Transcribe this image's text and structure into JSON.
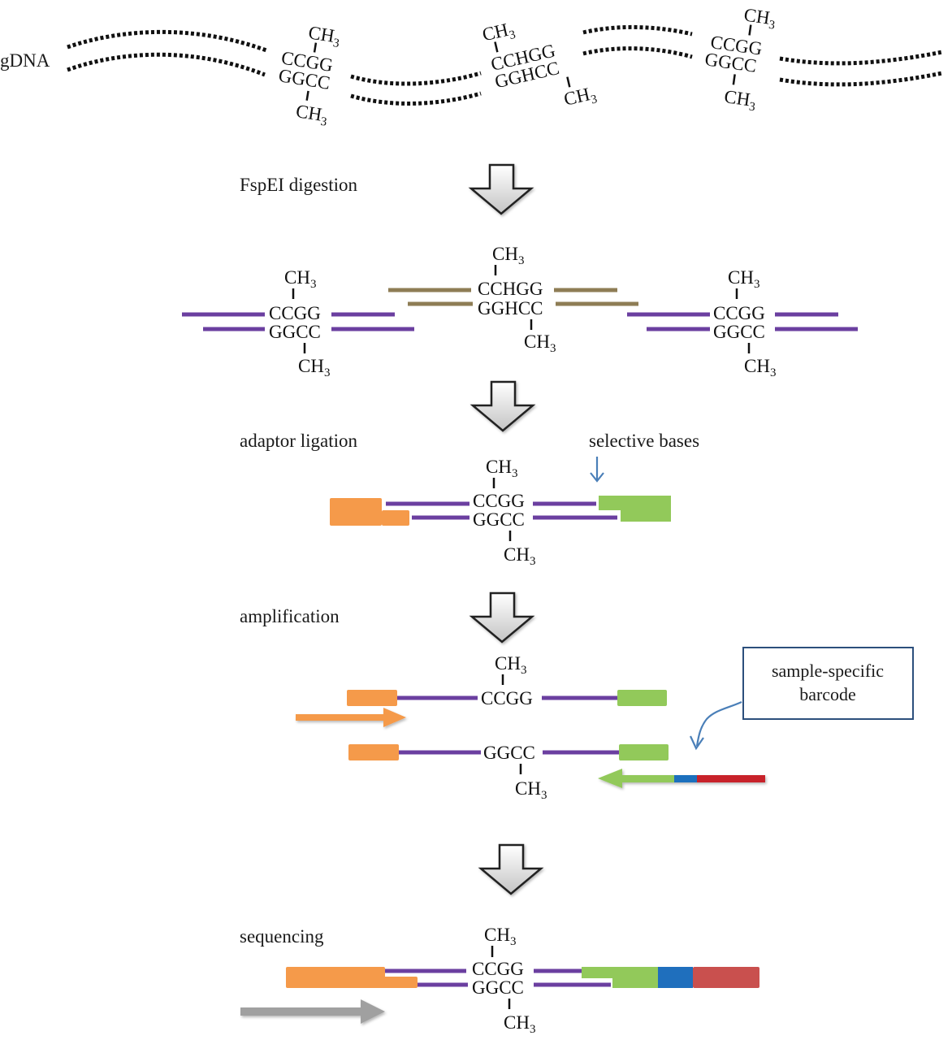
{
  "labels": {
    "gdna": "gDNA",
    "step_digestion": "FspEI digestion",
    "step_ligation": "adaptor ligation",
    "step_amplification": "amplification",
    "step_sequencing": "sequencing",
    "selective_bases": "selective bases",
    "barcode_line1": "sample-specific",
    "barcode_line2": "barcode"
  },
  "motifs": {
    "methyl": "CH",
    "methyl_sub": "3",
    "ccgg": "CCGG",
    "ggcc": "GGCC",
    "cchgg": "CCHGG",
    "gghcc": "GGHCC"
  },
  "colors": {
    "strand_purple": "#6b3fa0",
    "strand_olive": "#8e7d55",
    "adaptor_orange": "#f59a4a",
    "adaptor_green": "#92c95a",
    "barcode_blue": "#1f6fbd",
    "barcode_red": "#c8232c",
    "index_red": "#c9504e",
    "arrow_gray": "#a0a0a0",
    "callout_blue": "#4a7fb8",
    "box_border": "#2c4f7c"
  }
}
